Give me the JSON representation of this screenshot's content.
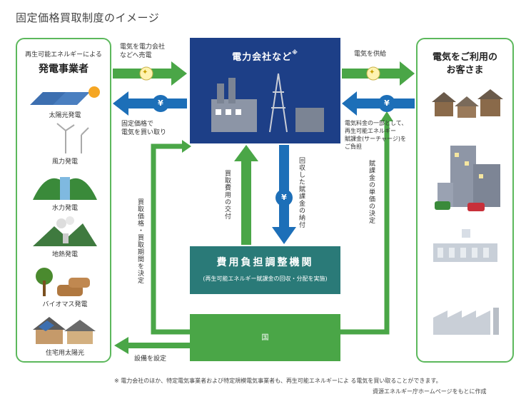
{
  "title": "固定価格買取制度のイメージ",
  "generators": {
    "header_small": "再生可能エネルギーによる",
    "header_big": "発電事業者",
    "items": [
      "太陽光発電",
      "風力発電",
      "水力発電",
      "地熱発電",
      "バイオマス発電",
      "住宅用太陽光"
    ]
  },
  "power_company": {
    "title": "電力会社など",
    "mark": "※"
  },
  "customers": {
    "title_line1": "電気をご利用の",
    "title_line2": "お客さま"
  },
  "labels": {
    "sell_line1": "電気を電力会社",
    "sell_line2": "などへ売電",
    "buy_line1": "固定価格で",
    "buy_line2": "電気を買い取り",
    "supply": "電気を供給",
    "surcharge_line1": "電気料金の一部として、",
    "surcharge_line2": "再生可能エネルギー",
    "surcharge_line3": "賦課金(サーチャージ)を",
    "surcharge_line4": "ご負担",
    "kaitori_hiyo": "買取費用の交付",
    "kaishu": "回収した賦課金の納付",
    "tanka": "賦課金の単価の決定",
    "kakaku": "買取価格・買取期間を決定",
    "setsubi": "設備を設定"
  },
  "kikan": {
    "title": "費用負担調整機関",
    "sub": "(再生可能エネルギー賦課金の回収・分配を実施)"
  },
  "gov": {
    "label": "国"
  },
  "yen": "¥",
  "footnote": {
    "line1": "※ 電力会社のほか、特定電気事業者および特定規模電気事業者も、再生可能エネルギーによ る電気を買い取ることができます。",
    "line2": "資源エネルギー庁ホームページをもとに作成"
  },
  "colors": {
    "green": "#4aa647",
    "blue": "#1d6fb8",
    "navy": "#1d3f87",
    "teal": "#2a7a78"
  }
}
